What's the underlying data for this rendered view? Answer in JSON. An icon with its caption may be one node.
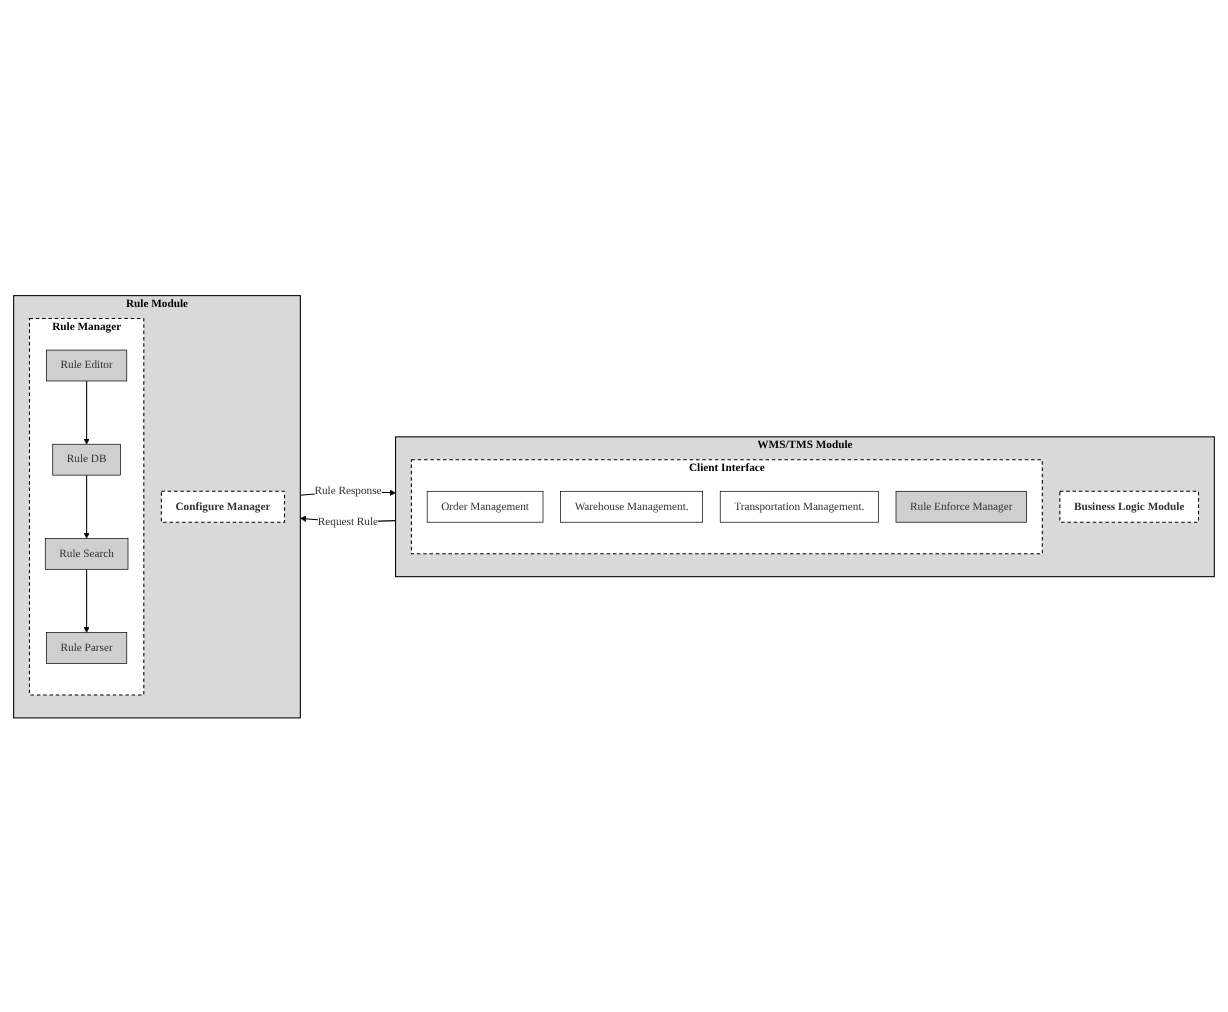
{
  "diagram": {
    "nodes": [
      {
        "text": [
          "WMS/TMS Module"
        ]
      },
      {
        "text": [
          "Client Interface"
        ],
        "in": 0
      },
      {
        "text": [
          "Order Management"
        ],
        "in": 1
      },
      {
        "text": [
          "Warehouse Management."
        ],
        "in": 1
      },
      {
        "text": [
          "Transportation Management."
        ],
        "in": 1
      },
      {
        "text": [
          "Rule Enforce Manager"
        ],
        "in": 1
      },
      {
        "text": [
          "Business Logic Module"
        ],
        "in": 0
      },
      {
        "text": [
          "Rule Module"
        ]
      },
      {
        "text": [
          "Rule Manager"
        ],
        "in": 7
      },
      {
        "text": [
          "Rule Editor"
        ],
        "in": 8
      },
      {
        "text": [
          "Rule DB"
        ],
        "in": 8
      },
      {
        "text": [
          "Rule Search"
        ],
        "in": 8
      },
      {
        "text": [
          "Rule Parser"
        ],
        "in": 8
      },
      {
        "text": [
          "Configure Manager"
        ],
        "in": 7
      }
    ],
    "edges": [
      {
        "from": 9,
        "to": 10,
        "arrow": "to"
      },
      {
        "from": 10,
        "to": 11,
        "arrow": "to"
      },
      {
        "from": 11,
        "to": 12,
        "arrow": "to"
      },
      {
        "from": 0,
        "to": 7,
        "arrow": "to",
        "label": "Request Rule"
      },
      {
        "from": 7,
        "to": 0,
        "arrow": "to",
        "label": "Rule Response"
      }
    ]
  }
}
